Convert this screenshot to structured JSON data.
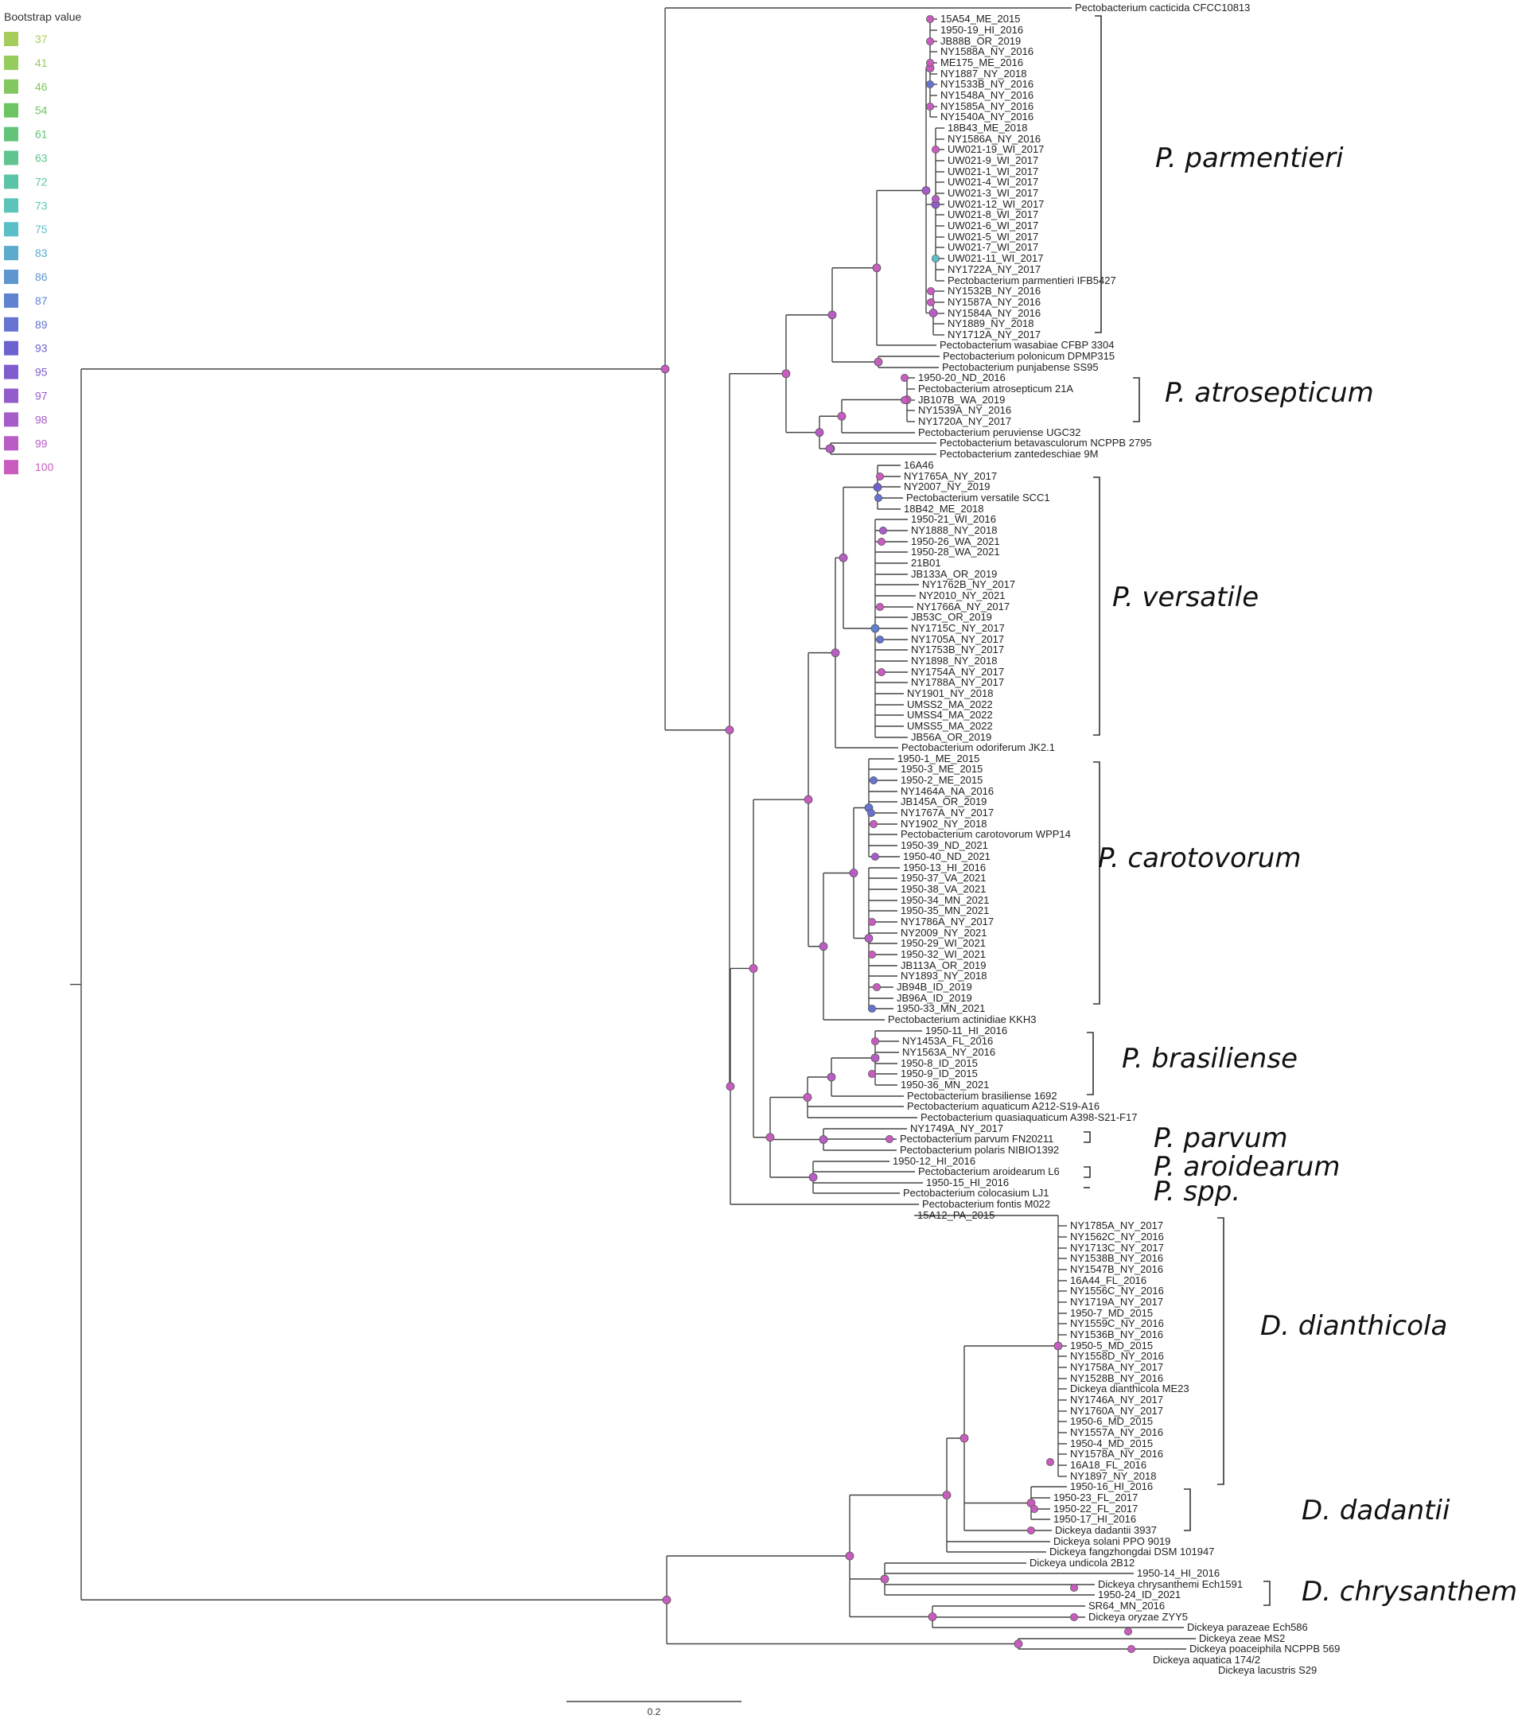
{
  "legend": {
    "title": "Bootstrap value",
    "items": [
      {
        "label": "37",
        "color": "#a6cc5b"
      },
      {
        "label": "41",
        "color": "#94cc5e"
      },
      {
        "label": "46",
        "color": "#82c85f"
      },
      {
        "label": "54",
        "color": "#6cc462"
      },
      {
        "label": "61",
        "color": "#61c478"
      },
      {
        "label": "63",
        "color": "#5fc48f"
      },
      {
        "label": "72",
        "color": "#5cc4a6"
      },
      {
        "label": "73",
        "color": "#5cc4b8"
      },
      {
        "label": "75",
        "color": "#5cbfc8"
      },
      {
        "label": "83",
        "color": "#5cabcd"
      },
      {
        "label": "86",
        "color": "#5e97cf"
      },
      {
        "label": "87",
        "color": "#6083d1"
      },
      {
        "label": "89",
        "color": "#6673d1"
      },
      {
        "label": "93",
        "color": "#6e62cf"
      },
      {
        "label": "95",
        "color": "#7e5ccd"
      },
      {
        "label": "97",
        "color": "#925ccb"
      },
      {
        "label": "98",
        "color": "#a65cc9"
      },
      {
        "label": "99",
        "color": "#b95cc6"
      },
      {
        "label": "100",
        "color": "#c95cbf"
      }
    ]
  },
  "scale_bar": {
    "label": "0.2"
  },
  "clades": [
    {
      "name": "P. parmentieri"
    },
    {
      "name": "P. atrosepticum"
    },
    {
      "name": "P. versatile"
    },
    {
      "name": "P. carotovorum"
    },
    {
      "name": "P. brasiliense"
    },
    {
      "name": "P. parvum"
    },
    {
      "name": "P. aroidearum"
    },
    {
      "name": "P. spp."
    },
    {
      "name": "D. dianthicola"
    },
    {
      "name": "D. dadantii"
    },
    {
      "name": "D. chrysanthemi"
    }
  ],
  "leaves": [
    {
      "name": "Pectobacterium cacticida CFCC10813"
    },
    {
      "name": "15A54_ME_2015"
    },
    {
      "name": "1950-19_HI_2016"
    },
    {
      "name": "JB88B_OR_2019"
    },
    {
      "name": "NY1588A_NY_2016"
    },
    {
      "name": "ME175_ME_2016"
    },
    {
      "name": "NY1887_NY_2018"
    },
    {
      "name": "NY1533B_NY_2016"
    },
    {
      "name": "NY1548A_NY_2016"
    },
    {
      "name": "NY1585A_NY_2016"
    },
    {
      "name": "NY1540A_NY_2016"
    },
    {
      "name": "18B43_ME_2018"
    },
    {
      "name": "NY1586A_NY_2016"
    },
    {
      "name": "UW021-19_WI_2017"
    },
    {
      "name": "UW021-9_WI_2017"
    },
    {
      "name": "UW021-1_WI_2017"
    },
    {
      "name": "UW021-4_WI_2017"
    },
    {
      "name": "UW021-3_WI_2017"
    },
    {
      "name": "UW021-12_WI_2017"
    },
    {
      "name": "UW021-8_WI_2017"
    },
    {
      "name": "UW021-6_WI_2017"
    },
    {
      "name": "UW021-5_WI_2017"
    },
    {
      "name": "UW021-7_WI_2017"
    },
    {
      "name": "UW021-11_WI_2017"
    },
    {
      "name": "NY1722A_NY_2017"
    },
    {
      "name": "Pectobacterium parmentieri IFB5427"
    },
    {
      "name": "NY1532B_NY_2016"
    },
    {
      "name": "NY1587A_NY_2016"
    },
    {
      "name": "NY1584A_NY_2016"
    },
    {
      "name": "NY1889_NY_2018"
    },
    {
      "name": "NY1712A_NY_2017"
    },
    {
      "name": "Pectobacterium wasabiae CFBP 3304"
    },
    {
      "name": "Pectobacterium polonicum DPMP315"
    },
    {
      "name": "Pectobacterium punjabense SS95"
    },
    {
      "name": "1950-20_ND_2016"
    },
    {
      "name": "Pectobacterium atrosepticum 21A"
    },
    {
      "name": "JB107B_WA_2019"
    },
    {
      "name": "NY1539A_NY_2016"
    },
    {
      "name": "NY1720A_NY_2017"
    },
    {
      "name": "Pectobacterium peruviense UGC32"
    },
    {
      "name": "Pectobacterium betavasculorum NCPPB 2795"
    },
    {
      "name": "Pectobacterium zantedeschiae 9M"
    },
    {
      "name": "16A46"
    },
    {
      "name": "NY1765A_NY_2017"
    },
    {
      "name": "NY2007_NY_2019"
    },
    {
      "name": "Pectobacterium versatile SCC1"
    },
    {
      "name": "18B42_ME_2018"
    },
    {
      "name": "1950-21_WI_2016"
    },
    {
      "name": "NY1888_NY_2018"
    },
    {
      "name": "1950-26_WA_2021"
    },
    {
      "name": "1950-28_WA_2021"
    },
    {
      "name": "21B01"
    },
    {
      "name": "JB133A_OR_2019"
    },
    {
      "name": "NY1762B_NY_2017"
    },
    {
      "name": "NY2010_NY_2021"
    },
    {
      "name": "NY1766A_NY_2017"
    },
    {
      "name": "JB53C_OR_2019"
    },
    {
      "name": "NY1715C_NY_2017"
    },
    {
      "name": "NY1705A_NY_2017"
    },
    {
      "name": "NY1753B_NY_2017"
    },
    {
      "name": "NY1898_NY_2018"
    },
    {
      "name": "NY1754A_NY_2017"
    },
    {
      "name": "NY1788A_NY_2017"
    },
    {
      "name": "NY1901_NY_2018"
    },
    {
      "name": "UMSS2_MA_2022"
    },
    {
      "name": "UMSS4_MA_2022"
    },
    {
      "name": "UMSS5_MA_2022"
    },
    {
      "name": "JB56A_OR_2019"
    },
    {
      "name": "Pectobacterium odoriferum JK2.1"
    },
    {
      "name": "1950-1_ME_2015"
    },
    {
      "name": "1950-3_ME_2015"
    },
    {
      "name": "1950-2_ME_2015"
    },
    {
      "name": "NY1464A_NA_2016"
    },
    {
      "name": "JB145A_OR_2019"
    },
    {
      "name": "NY1767A_NY_2017"
    },
    {
      "name": "NY1902_NY_2018"
    },
    {
      "name": "Pectobacterium carotovorum WPP14"
    },
    {
      "name": "1950-39_ND_2021"
    },
    {
      "name": "1950-40_ND_2021"
    },
    {
      "name": "1950-13_HI_2016"
    },
    {
      "name": "1950-37_VA_2021"
    },
    {
      "name": "1950-38_VA_2021"
    },
    {
      "name": "1950-34_MN_2021"
    },
    {
      "name": "1950-35_MN_2021"
    },
    {
      "name": "NY1786A_NY_2017"
    },
    {
      "name": "NY2009_NY_2021"
    },
    {
      "name": "1950-29_WI_2021"
    },
    {
      "name": "1950-32_WI_2021"
    },
    {
      "name": "JB113A_OR_2019"
    },
    {
      "name": "NY1893_NY_2018"
    },
    {
      "name": "JB94B_ID_2019"
    },
    {
      "name": "JB96A_ID_2019"
    },
    {
      "name": "1950-33_MN_2021"
    },
    {
      "name": "Pectobacterium actinidiae KKH3"
    },
    {
      "name": "1950-11_HI_2016"
    },
    {
      "name": "NY1453A_FL_2016"
    },
    {
      "name": "NY1563A_NY_2016"
    },
    {
      "name": "1950-8_ID_2015"
    },
    {
      "name": "1950-9_ID_2015"
    },
    {
      "name": "1950-36_MN_2021"
    },
    {
      "name": "Pectobacterium brasiliense 1692"
    },
    {
      "name": "Pectobacterium aquaticum A212-S19-A16"
    },
    {
      "name": "Pectobacterium quasiaquaticum A398-S21-F17"
    },
    {
      "name": "NY1749A_NY_2017"
    },
    {
      "name": "Pectobacterium parvum FN20211"
    },
    {
      "name": "Pectobacterium polaris NIBIO1392"
    },
    {
      "name": "1950-12_HI_2016"
    },
    {
      "name": "Pectobacterium aroidearum L6"
    },
    {
      "name": "1950-15_HI_2016"
    },
    {
      "name": "Pectobacterium colocasium LJ1"
    },
    {
      "name": "Pectobacterium fontis M022"
    },
    {
      "name": "15A12_PA_2015"
    },
    {
      "name": "NY1785A_NY_2017"
    },
    {
      "name": "NY1562C_NY_2016"
    },
    {
      "name": "NY1713C_NY_2017"
    },
    {
      "name": "NY1538B_NY_2016"
    },
    {
      "name": "NY1547B_NY_2016"
    },
    {
      "name": "16A44_FL_2016"
    },
    {
      "name": "NY1556C_NY_2016"
    },
    {
      "name": "NY1719A_NY_2017"
    },
    {
      "name": "1950-7_MD_2015"
    },
    {
      "name": "NY1559C_NY_2016"
    },
    {
      "name": "NY1536B_NY_2016"
    },
    {
      "name": "1950-5_MD_2015"
    },
    {
      "name": "NY1558D_NY_2016"
    },
    {
      "name": "NY1758A_NY_2017"
    },
    {
      "name": "NY1528B_NY_2016"
    },
    {
      "name": "Dickeya dianthicola ME23"
    },
    {
      "name": "NY1746A_NY_2017"
    },
    {
      "name": "NY1760A_NY_2017"
    },
    {
      "name": "1950-6_MD_2015"
    },
    {
      "name": "NY1557A_NY_2016"
    },
    {
      "name": "1950-4_MD_2015"
    },
    {
      "name": "NY1578A_NY_2016"
    },
    {
      "name": "16A18_FL_2016"
    },
    {
      "name": "NY1897_NY_2018"
    },
    {
      "name": "1950-16_HI_2016"
    },
    {
      "name": "1950-23_FL_2017"
    },
    {
      "name": "1950-22_FL_2017"
    },
    {
      "name": "1950-17_HI_2016"
    },
    {
      "name": "Dickeya dadantii 3937"
    },
    {
      "name": "Dickeya solani PPO 9019"
    },
    {
      "name": "Dickeya fangzhongdai DSM 101947"
    },
    {
      "name": "Dickeya undicola 2B12"
    },
    {
      "name": "1950-14_HI_2016"
    },
    {
      "name": "Dickeya chrysanthemi Ech1591"
    },
    {
      "name": "1950-24_ID_2021"
    },
    {
      "name": "SR64_MN_2016"
    },
    {
      "name": "Dickeya oryzae ZYY5"
    },
    {
      "name": "Dickeya parazeae Ech586"
    },
    {
      "name": "Dickeya zeae MS2"
    },
    {
      "name": "Dickeya poaceiphila NCPPB 569"
    },
    {
      "name": "Dickeya aquatica 174/2"
    },
    {
      "name": "Dickeya lacustris S29"
    }
  ]
}
